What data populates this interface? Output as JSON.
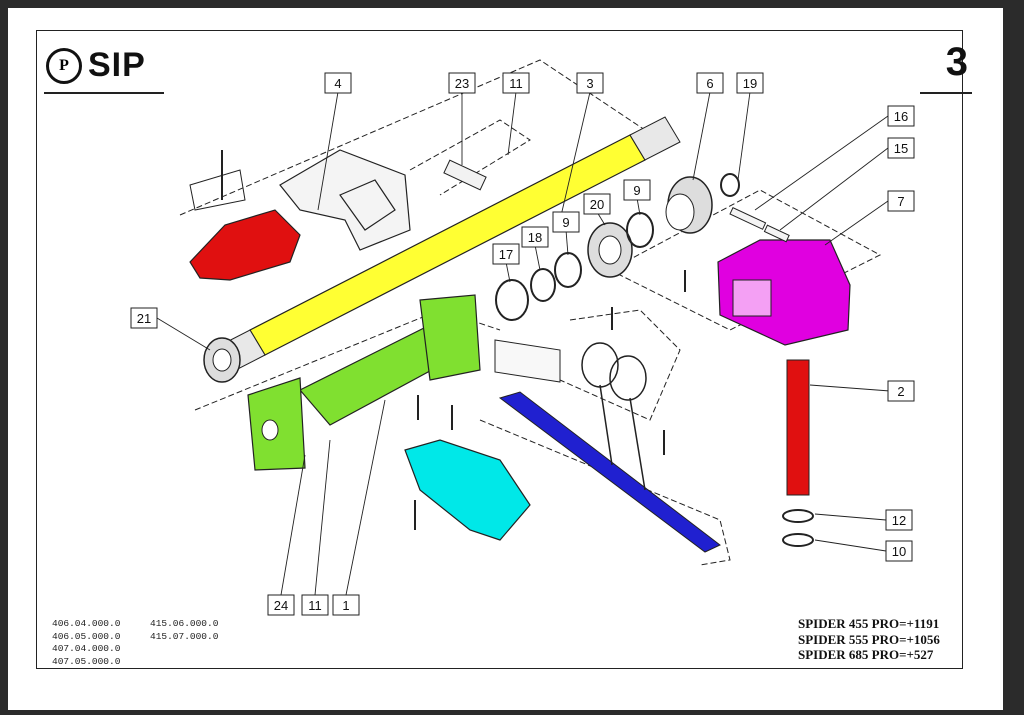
{
  "brand": {
    "name": "SIP"
  },
  "page_number": "3",
  "part_labels": [
    "4",
    "23",
    "11",
    "3",
    "6",
    "19",
    "16",
    "15",
    "7",
    "9",
    "20",
    "9",
    "18",
    "17",
    "21",
    "2",
    "12",
    "10",
    "24",
    "11",
    "1"
  ],
  "codes_left": [
    "406.04.000.0",
    "406.05.000.0",
    "407.04.000.0",
    "407.05.000.0"
  ],
  "codes_right": [
    "415.06.000.0",
    "415.07.000.0"
  ],
  "models": [
    "SPIDER 455 PRO=+1191",
    "SPIDER 555 PRO=+1056",
    "SPIDER 685 PRO=+527"
  ],
  "colors": {
    "shaft": "#ffff33",
    "frame_tube": "#80e030",
    "gearbox": "#e000e0",
    "guard_plate": "#e01010",
    "pin": "#e01010",
    "cutter": "#00e8e8",
    "blade_bar": "#2020d0"
  }
}
